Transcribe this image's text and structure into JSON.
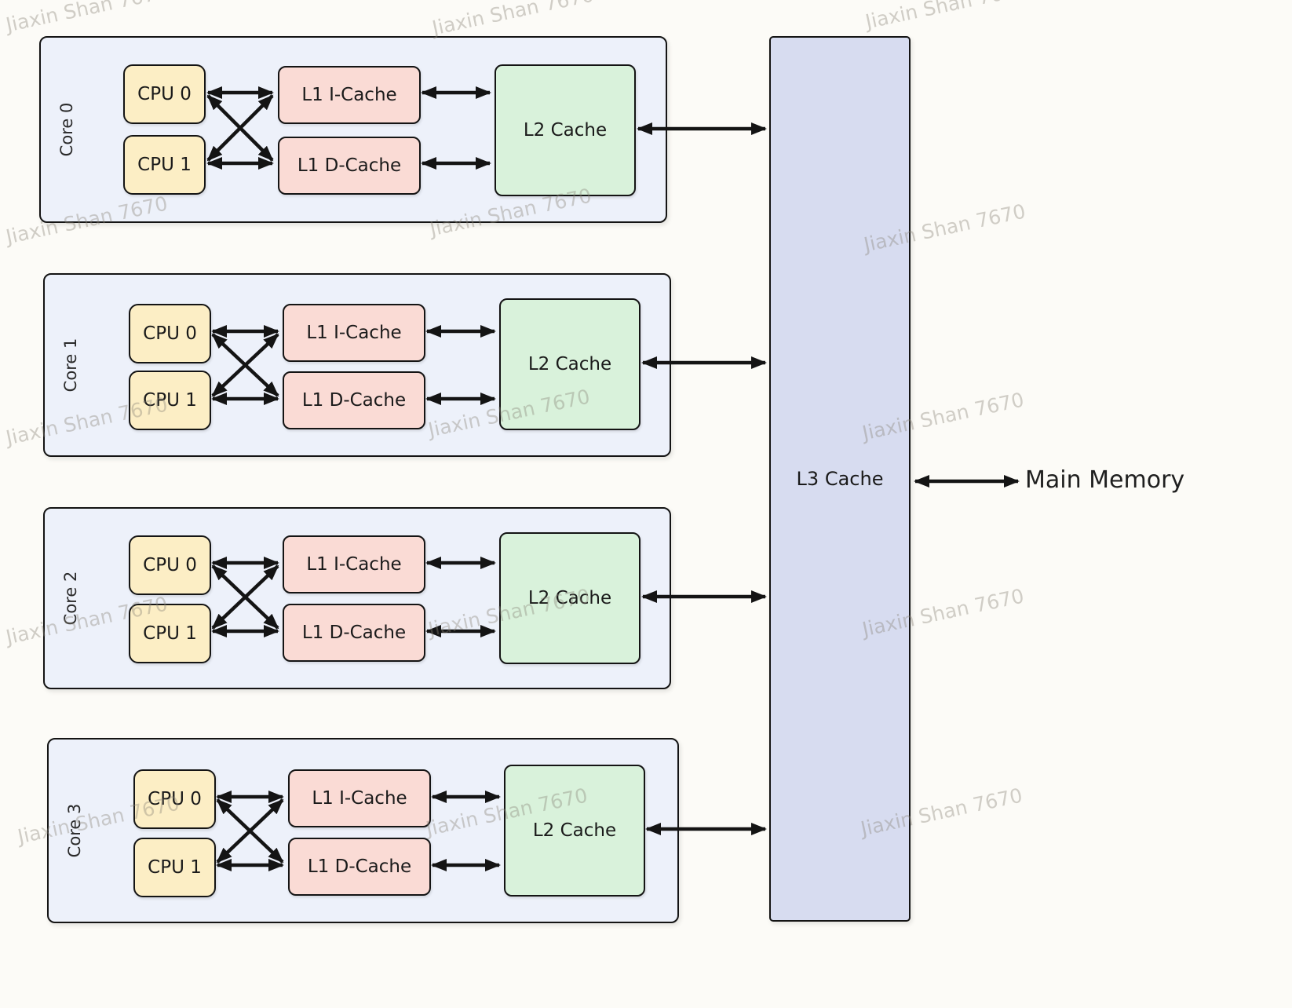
{
  "watermark": {
    "text": "Jiaxin Shan 7670"
  },
  "palette": {
    "background": "#fcfbf7",
    "core-bg": "#edf1fa",
    "cpu-fill": "#fceec5",
    "l1-fill": "#fadbd5",
    "l2-fill": "#d9f2db",
    "l3-fill": "#d7dcf0",
    "line": "#141414"
  },
  "cores": [
    {
      "label": "Core 0",
      "cpu0": "CPU 0",
      "cpu1": "CPU 1",
      "l1i": "L1 I-Cache",
      "l1d": "L1 D-Cache",
      "l2": "L2 Cache"
    },
    {
      "label": "Core 1",
      "cpu0": "CPU 0",
      "cpu1": "CPU 1",
      "l1i": "L1 I-Cache",
      "l1d": "L1 D-Cache",
      "l2": "L2 Cache"
    },
    {
      "label": "Core 2",
      "cpu0": "CPU 0",
      "cpu1": "CPU 1",
      "l1i": "L1 I-Cache",
      "l1d": "L1 D-Cache",
      "l2": "L2 Cache"
    },
    {
      "label": "Core 3",
      "cpu0": "CPU 0",
      "cpu1": "CPU 1",
      "l1i": "L1 I-Cache",
      "l1d": "L1 D-Cache",
      "l2": "L2 Cache"
    }
  ],
  "l3": {
    "label": "L3 Cache"
  },
  "memory": {
    "label": "Main Memory"
  }
}
